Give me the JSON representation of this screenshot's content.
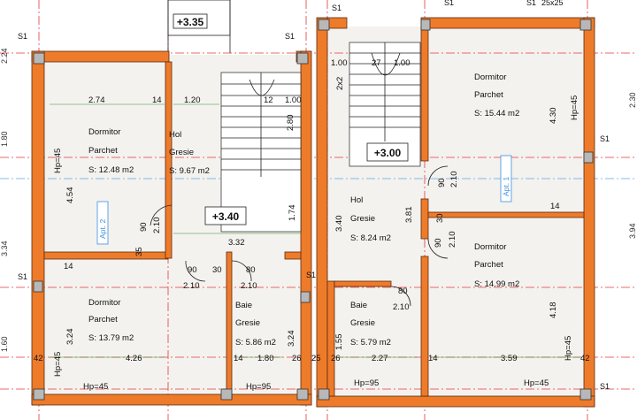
{
  "rooms": [
    {
      "id": "dormitor-2",
      "name": "Dormitor",
      "finish": "Parchet",
      "area": "S: 12.48 m2"
    },
    {
      "id": "hol-2",
      "name": "Hol",
      "finish": "Gresie",
      "area": "S: 9.67 m2"
    },
    {
      "id": "dormitor-3",
      "name": "Dormitor",
      "finish": "Parchet",
      "area": "S: 13.79 m2"
    },
    {
      "id": "baie-2",
      "name": "Baie",
      "finish": "Gresie",
      "area": "S: 5.86 m2"
    },
    {
      "id": "dormitor-1a",
      "name": "Dormitor",
      "finish": "Parchet",
      "area": "S: 15.44 m2"
    },
    {
      "id": "hol-1",
      "name": "Hol",
      "finish": "Gresie",
      "area": "S: 8.24 m2"
    },
    {
      "id": "dormitor-1b",
      "name": "Dormitor",
      "finish": "Parchet",
      "area": "S: 14.99 m2"
    },
    {
      "id": "baie-1",
      "name": "Baie",
      "finish": "Gresie",
      "area": "S: 5.79 m2"
    }
  ],
  "elevations": [
    "+3.35",
    "+3.40",
    "+3.00"
  ],
  "apartments": [
    "Apt. 2",
    "Apt. 1"
  ],
  "column_label": "S1",
  "column_size": "25x25",
  "parapets": {
    "hp45": "Hp=45",
    "hp95": "Hp=95"
  },
  "dimensions": {
    "d274": "2.74",
    "d14": "14",
    "d120": "1.20",
    "d100": "1.00",
    "d12": "12",
    "d454": "4.54",
    "d210": "2.10",
    "d90": "90",
    "d35": "35",
    "d332": "3.32",
    "d174": "1.74",
    "d280": "2.80",
    "d30": "30",
    "d80": "80",
    "d324": "3.24",
    "d426": "4.26",
    "d180": "1.80",
    "d26": "26",
    "d42": "42",
    "d2x2": "2x2",
    "d27": "27",
    "d340": "3.40",
    "d381": "3.81",
    "d155": "1.55",
    "d227": "2.27",
    "d430": "4.30",
    "d418": "4.18",
    "d359": "3.59",
    "d25": "25"
  },
  "side_dims": {
    "left": [
      "2.24",
      "1.80",
      "3.34",
      "1.60"
    ],
    "right": [
      "2.30",
      "3.94"
    ]
  }
}
